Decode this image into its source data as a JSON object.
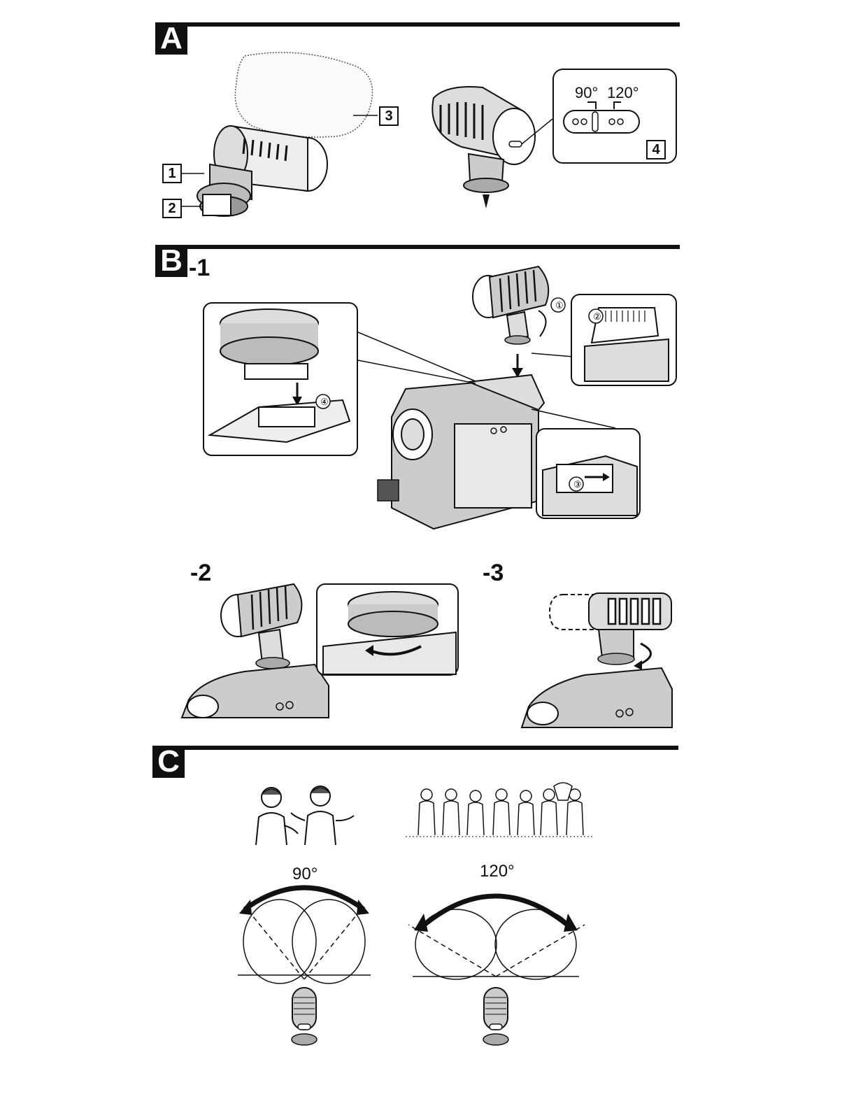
{
  "sections": {
    "a": {
      "letter": "A"
    },
    "b": {
      "letter": "B",
      "step1": "-1",
      "step2": "-2",
      "step3": "-3"
    },
    "c": {
      "letter": "C"
    }
  },
  "section_a": {
    "callouts": [
      "1",
      "2",
      "3",
      "4"
    ],
    "switch": {
      "label_90": "90°",
      "label_120": "120°"
    }
  },
  "section_b": {
    "steps": [
      "①",
      "②",
      "③",
      "④"
    ]
  },
  "section_c": {
    "left_angle": "90°",
    "right_angle": "120°"
  }
}
